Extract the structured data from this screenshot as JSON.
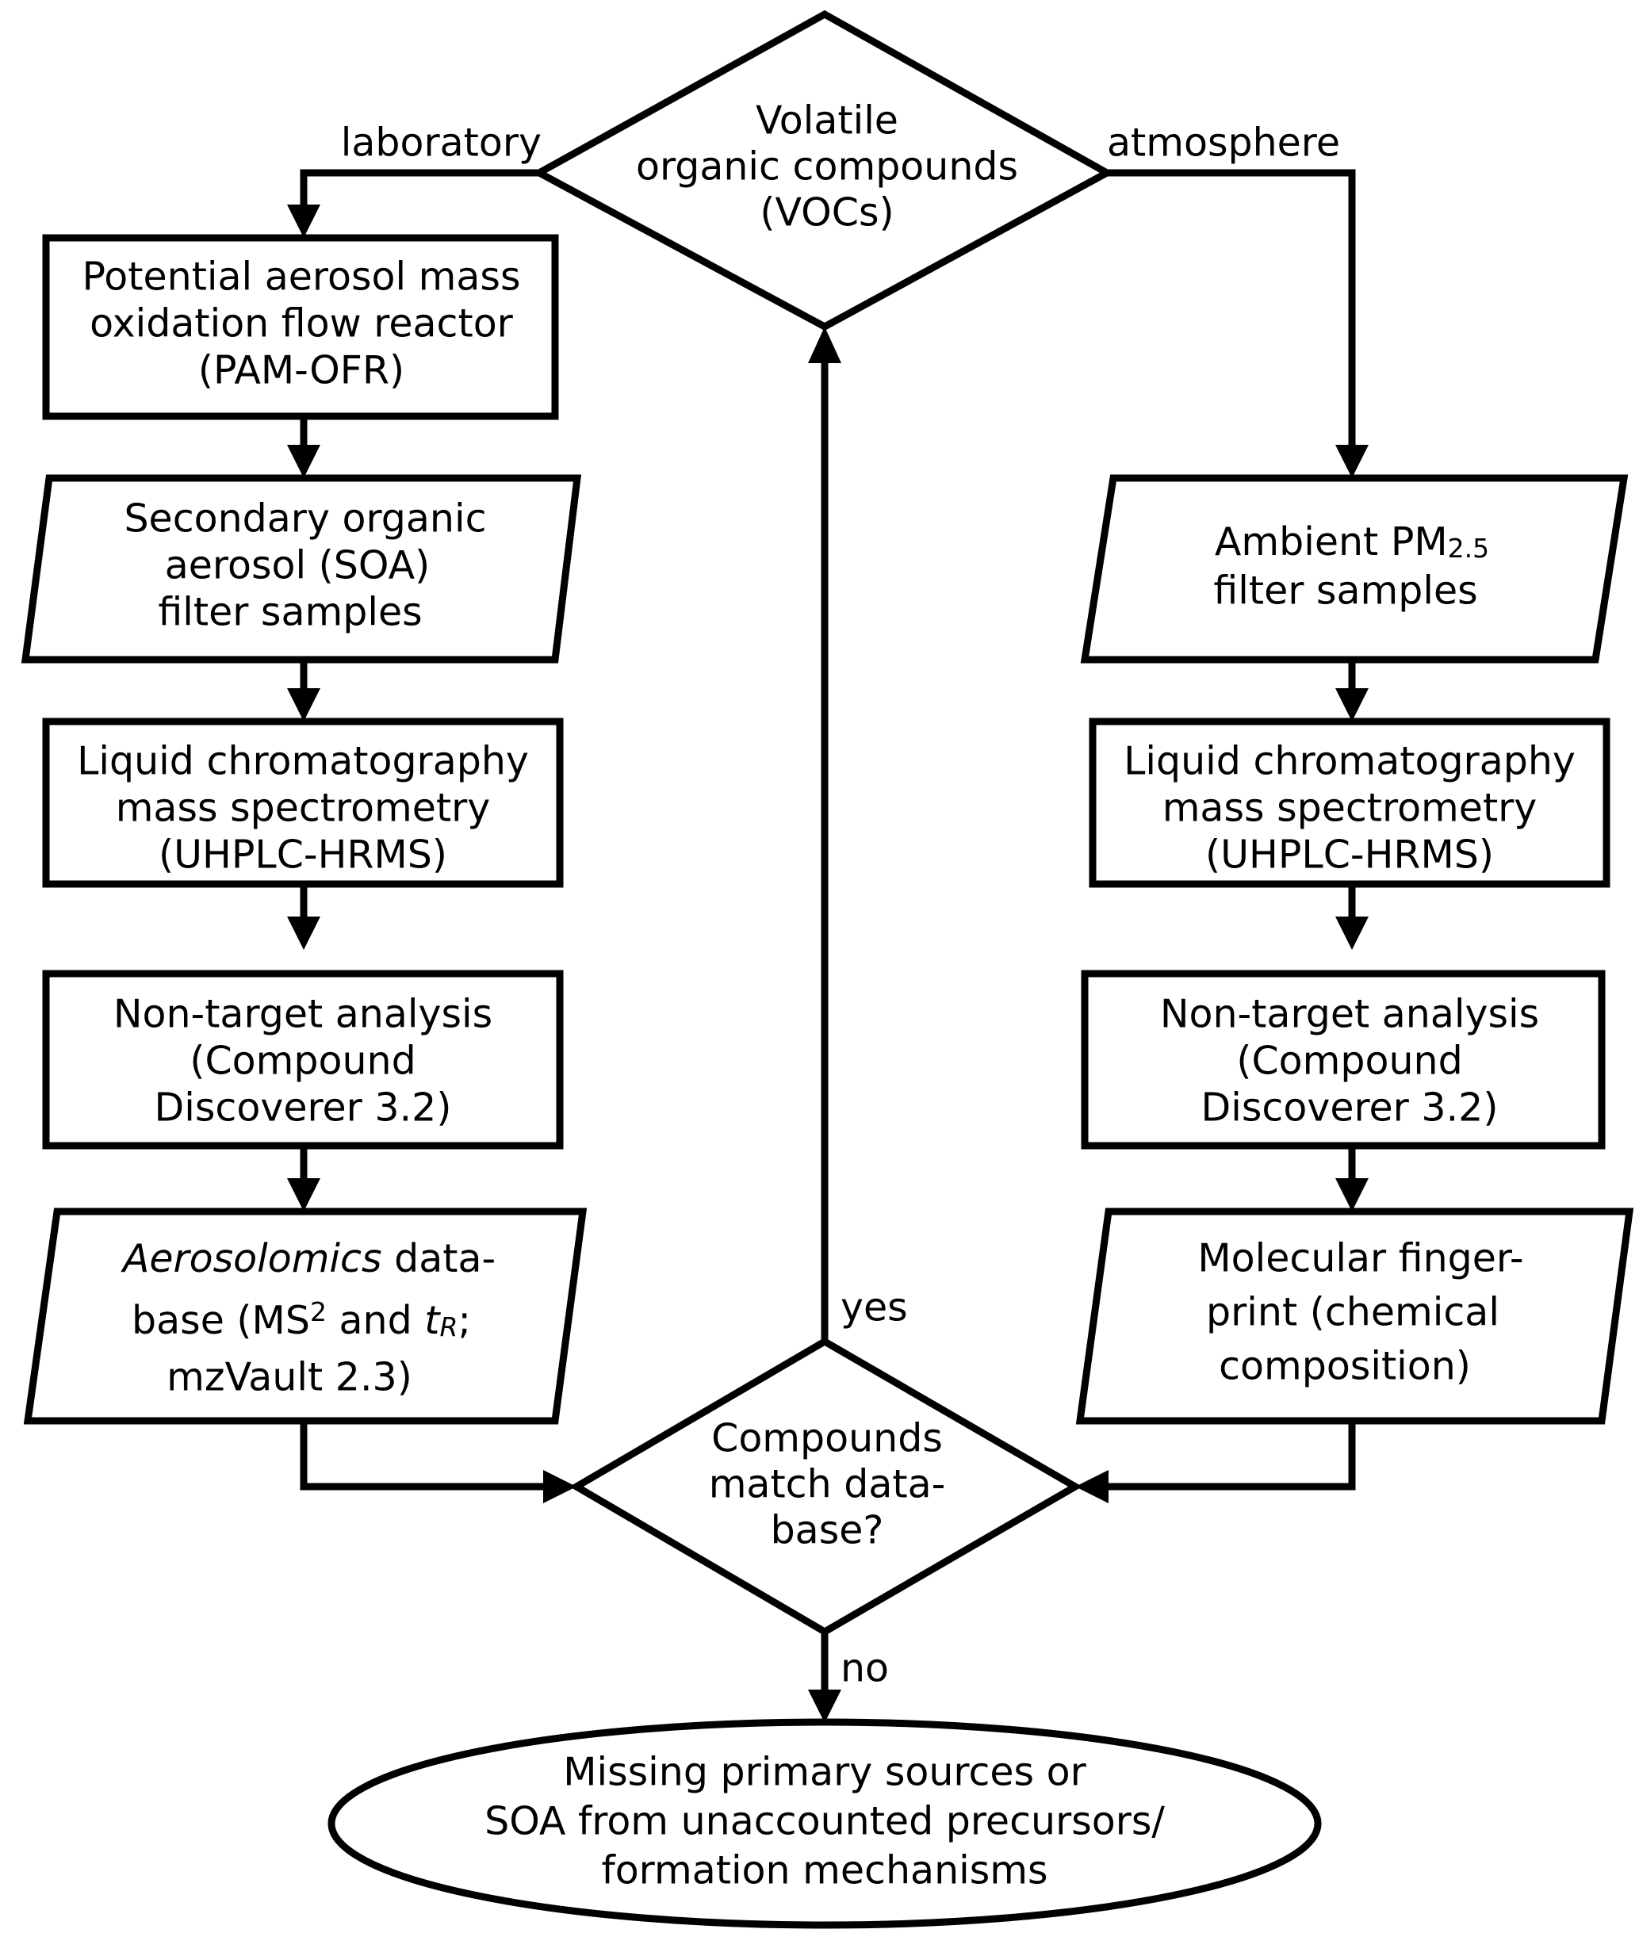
{
  "diagram": {
    "title": "VOC analysis workflow flowchart",
    "colors": {
      "stroke": "#000000",
      "fill": "#ffffff",
      "text": "#000000"
    },
    "nodes": {
      "voc_decision": {
        "shape": "diamond",
        "lines": [
          "Volatile",
          "organic compounds",
          "(VOCs)"
        ]
      },
      "pam_ofr": {
        "shape": "process",
        "lines": [
          "Potential aerosol mass",
          "oxidation flow reactor",
          "(PAM-OFR)"
        ]
      },
      "soa_filter": {
        "shape": "data-parallelogram",
        "lines": [
          "Secondary organic",
          "aerosol (SOA)",
          "filter samples"
        ]
      },
      "lcms_left": {
        "shape": "process",
        "lines": [
          "Liquid chromatography",
          "mass spectrometry",
          "(UHPLC-HRMS)"
        ]
      },
      "nta_left": {
        "shape": "process",
        "lines": [
          "Non-target analysis",
          "(Compound",
          "Discoverer 3.2)"
        ]
      },
      "aerosolomics_db": {
        "shape": "data-parallelogram",
        "line1_italic": "Aerosolomics",
        "line1_rest": " data-",
        "line2_a": "base (MS",
        "line2_sup": "2",
        "line2_b": " and ",
        "line2_t": "t",
        "line2_sub": "R",
        "line2_c": ";",
        "line3": "mzVault 2.3)"
      },
      "ambient_pm": {
        "shape": "data-parallelogram",
        "line1_a": "Ambient PM",
        "line1_sub": "2.5",
        "line2": "filter samples"
      },
      "lcms_right": {
        "shape": "process",
        "lines": [
          "Liquid chromatography",
          "mass spectrometry",
          "(UHPLC-HRMS)"
        ]
      },
      "nta_right": {
        "shape": "process",
        "lines": [
          "Non-target analysis",
          "(Compound",
          "Discoverer 3.2)"
        ]
      },
      "fingerprint": {
        "shape": "data-parallelogram",
        "lines": [
          "Molecular finger-",
          "print (chemical",
          "composition)"
        ]
      },
      "match_decision": {
        "shape": "diamond",
        "lines": [
          "Compounds",
          "match data-",
          "base?"
        ]
      },
      "outcome": {
        "shape": "ellipse",
        "lines": [
          "Missing primary sources or",
          "SOA from unaccounted precursors/",
          "formation mechanisms"
        ]
      }
    },
    "edge_labels": {
      "laboratory": "laboratory",
      "atmosphere": "atmosphere",
      "yes": "yes",
      "no": "no"
    }
  }
}
